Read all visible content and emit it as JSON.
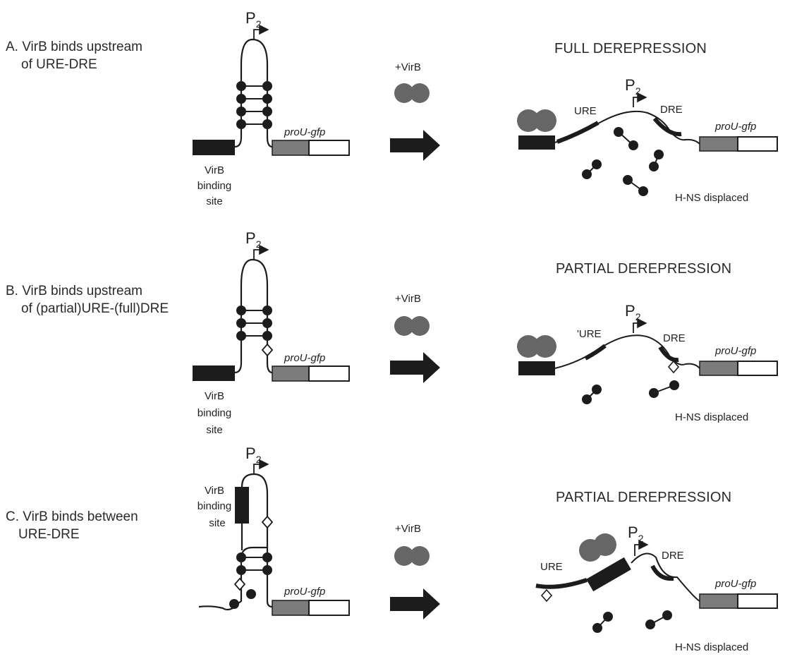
{
  "panels": [
    {
      "label_line1": "A. VirB binds upstream",
      "label_line2": "of URE-DRE",
      "promoter": "P",
      "promoter_sub": "2",
      "binding_site_l1": "VirB",
      "binding_site_l2": "binding",
      "binding_site_l3": "site",
      "reporter": "proU-gfp",
      "arrow_label": "+VirB",
      "result_title": "FULL DEREPRESSION",
      "ure": "URE",
      "dre": "DRE",
      "displaced": "H-NS displaced"
    },
    {
      "label_line1": "B. VirB binds upstream",
      "label_line2": "of (partial)URE-(full)DRE",
      "promoter": "P",
      "promoter_sub": "2",
      "binding_site_l1": "VirB",
      "binding_site_l2": "binding",
      "binding_site_l3": "site",
      "reporter": "proU-gfp",
      "arrow_label": "+VirB",
      "result_title": "PARTIAL DEREPRESSION",
      "ure": "'URE",
      "dre": "DRE",
      "displaced": "H-NS displaced"
    },
    {
      "label_line1": "C. VirB binds between",
      "label_line2": "URE-DRE",
      "promoter": "P",
      "promoter_sub": "2",
      "binding_site_l1": "VirB",
      "binding_site_l2": "binding",
      "binding_site_l3": "site",
      "reporter": "proU-gfp",
      "arrow_label": "+VirB",
      "result_title": "PARTIAL DEREPRESSION",
      "ure": "URE",
      "dre": "DRE",
      "displaced": "H-NS displaced"
    }
  ],
  "colors": {
    "dark": "#1c1c1c",
    "grey_box": "#7c7c7c",
    "protein": "#666666"
  }
}
